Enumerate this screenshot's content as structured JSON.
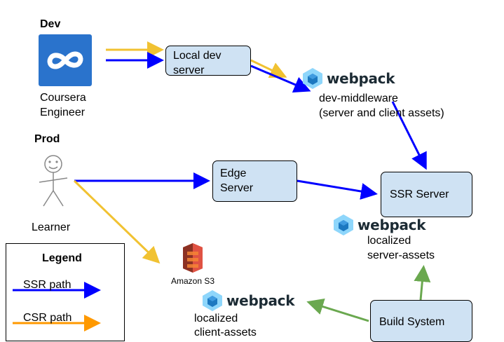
{
  "sections": {
    "dev": "Dev",
    "prod": "Prod"
  },
  "actors": {
    "engineer": {
      "line1": "Coursera",
      "line2": "Engineer",
      "icon": "coursera-logo-icon"
    },
    "learner": {
      "label": "Learner",
      "icon": "stick-figure-icon"
    }
  },
  "nodes": {
    "local_dev": {
      "line1": "Local dev",
      "line2": "server"
    },
    "edge": {
      "line1": "Edge",
      "line2": "Server"
    },
    "ssr": {
      "label": "SSR Server"
    },
    "build": {
      "label": "Build System"
    },
    "s3": {
      "label": "Amazon S3",
      "icon": "amazon-s3-icon"
    }
  },
  "webpack": {
    "brand": "webpack",
    "dev": {
      "line1": "dev-middleware",
      "line2": "(server and client assets)"
    },
    "server": {
      "line1": "localized",
      "line2": "server-assets"
    },
    "client": {
      "line1": "localized",
      "line2": "client-assets"
    }
  },
  "legend": {
    "title": "Legend",
    "items": [
      {
        "label": "SSR path",
        "color": "#0000ff"
      },
      {
        "label": "CSR path",
        "color": "#ff9900"
      }
    ]
  },
  "colors": {
    "ssr": "#0000ff",
    "csr": "#f1c232",
    "build": "#6aa84f",
    "box_fill": "#cfe2f3"
  }
}
